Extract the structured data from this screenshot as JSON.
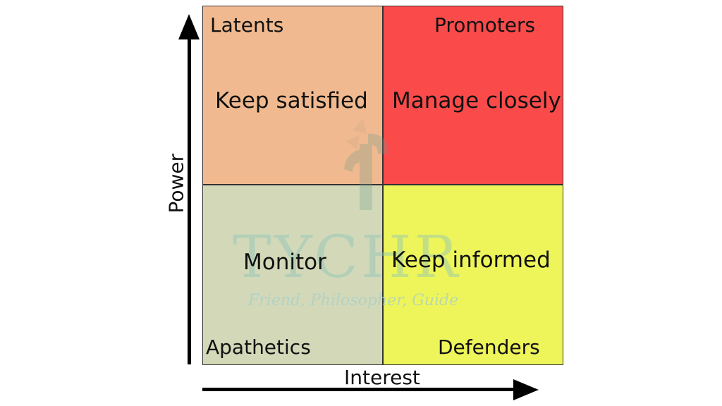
{
  "quadrants": {
    "top_left": {
      "group": "Latents",
      "strategy": "Keep satisfied",
      "color": "#f0b98f"
    },
    "top_right": {
      "group": "Promoters",
      "strategy": "Manage closely",
      "color": "#fa4a4a"
    },
    "bottom_left": {
      "group": "Apathetics",
      "strategy": "Monitor",
      "color": "#d3d9b8"
    },
    "bottom_right": {
      "group": "Defenders",
      "strategy": "Keep informed",
      "color": "#eef55a"
    }
  },
  "axes": {
    "y_label": "Power",
    "x_label": "Interest"
  },
  "watermark": {
    "title": "TYCHR",
    "tagline": "Friend, Philosopher, Guide",
    "emblem": "tychr-logo-icon"
  }
}
